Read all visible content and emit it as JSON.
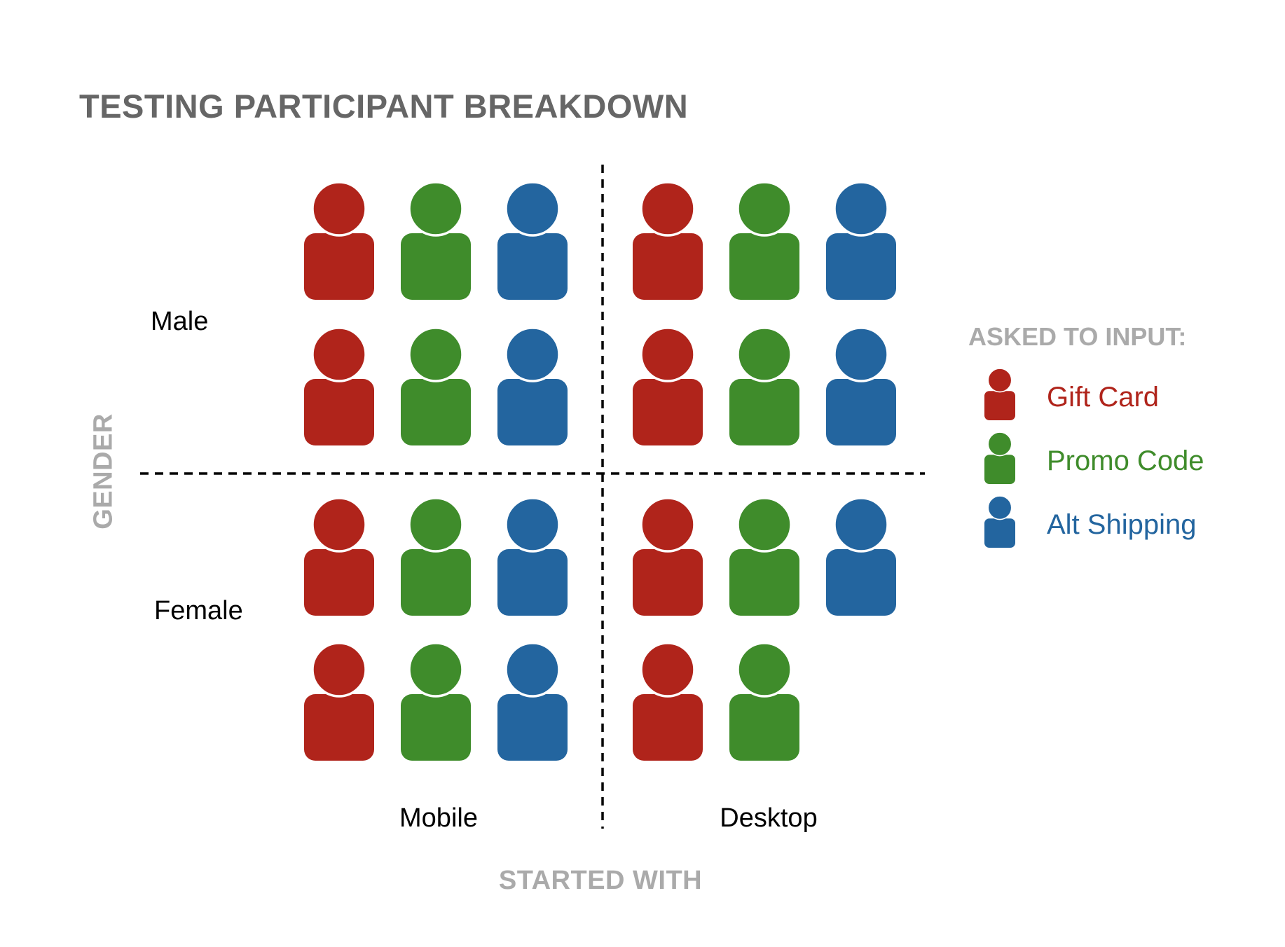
{
  "chart_data": {
    "type": "pictograph",
    "title": "TESTING PARTICIPANT BREAKDOWN",
    "y_axis_title": "GENDER",
    "x_axis_title": "STARTED WITH",
    "rows": [
      "Male",
      "Female"
    ],
    "columns": [
      "Mobile",
      "Desktop"
    ],
    "legend_title": "ASKED TO INPUT:",
    "legend": [
      {
        "name": "Gift Card",
        "color": "#b0241b"
      },
      {
        "name": "Promo Code",
        "color": "#3f8c2b"
      },
      {
        "name": "Alt Shipping",
        "color": "#23659f"
      }
    ],
    "cells": [
      {
        "gender": "Male",
        "started_with": "Mobile",
        "counts": {
          "Gift Card": 2,
          "Promo Code": 2,
          "Alt Shipping": 2
        }
      },
      {
        "gender": "Male",
        "started_with": "Desktop",
        "counts": {
          "Gift Card": 2,
          "Promo Code": 2,
          "Alt Shipping": 2
        }
      },
      {
        "gender": "Female",
        "started_with": "Mobile",
        "counts": {
          "Gift Card": 2,
          "Promo Code": 2,
          "Alt Shipping": 2
        }
      },
      {
        "gender": "Female",
        "started_with": "Desktop",
        "counts": {
          "Gift Card": 2,
          "Promo Code": 2,
          "Alt Shipping": 1
        }
      }
    ]
  }
}
